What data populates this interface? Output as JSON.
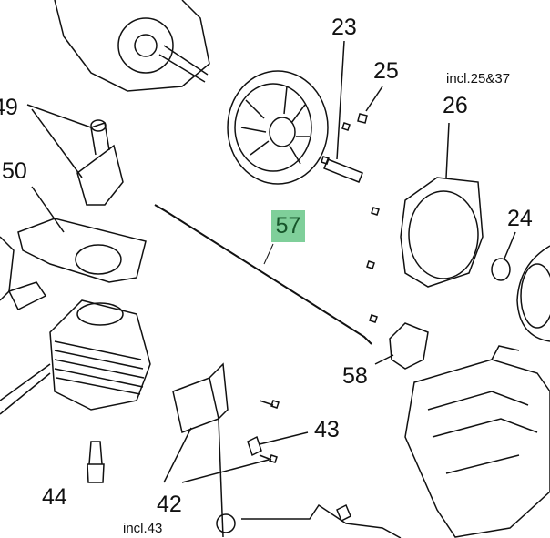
{
  "diagram": {
    "highlight_color": "#7fcf9a",
    "highlighted_part": "57",
    "parts": [
      {
        "id": "p23",
        "number": "23"
      },
      {
        "id": "p25",
        "number": "25"
      },
      {
        "id": "p26",
        "number": "26"
      },
      {
        "id": "p49",
        "number": "49"
      },
      {
        "id": "p50",
        "number": "50"
      },
      {
        "id": "p57",
        "number": "57"
      },
      {
        "id": "p24",
        "number": "24"
      },
      {
        "id": "p58",
        "number": "58"
      },
      {
        "id": "p43",
        "number": "43"
      },
      {
        "id": "p44",
        "number": "44"
      },
      {
        "id": "p42",
        "number": "42"
      }
    ],
    "notes": {
      "n26": "incl.25&37",
      "n42": "incl.43"
    }
  }
}
